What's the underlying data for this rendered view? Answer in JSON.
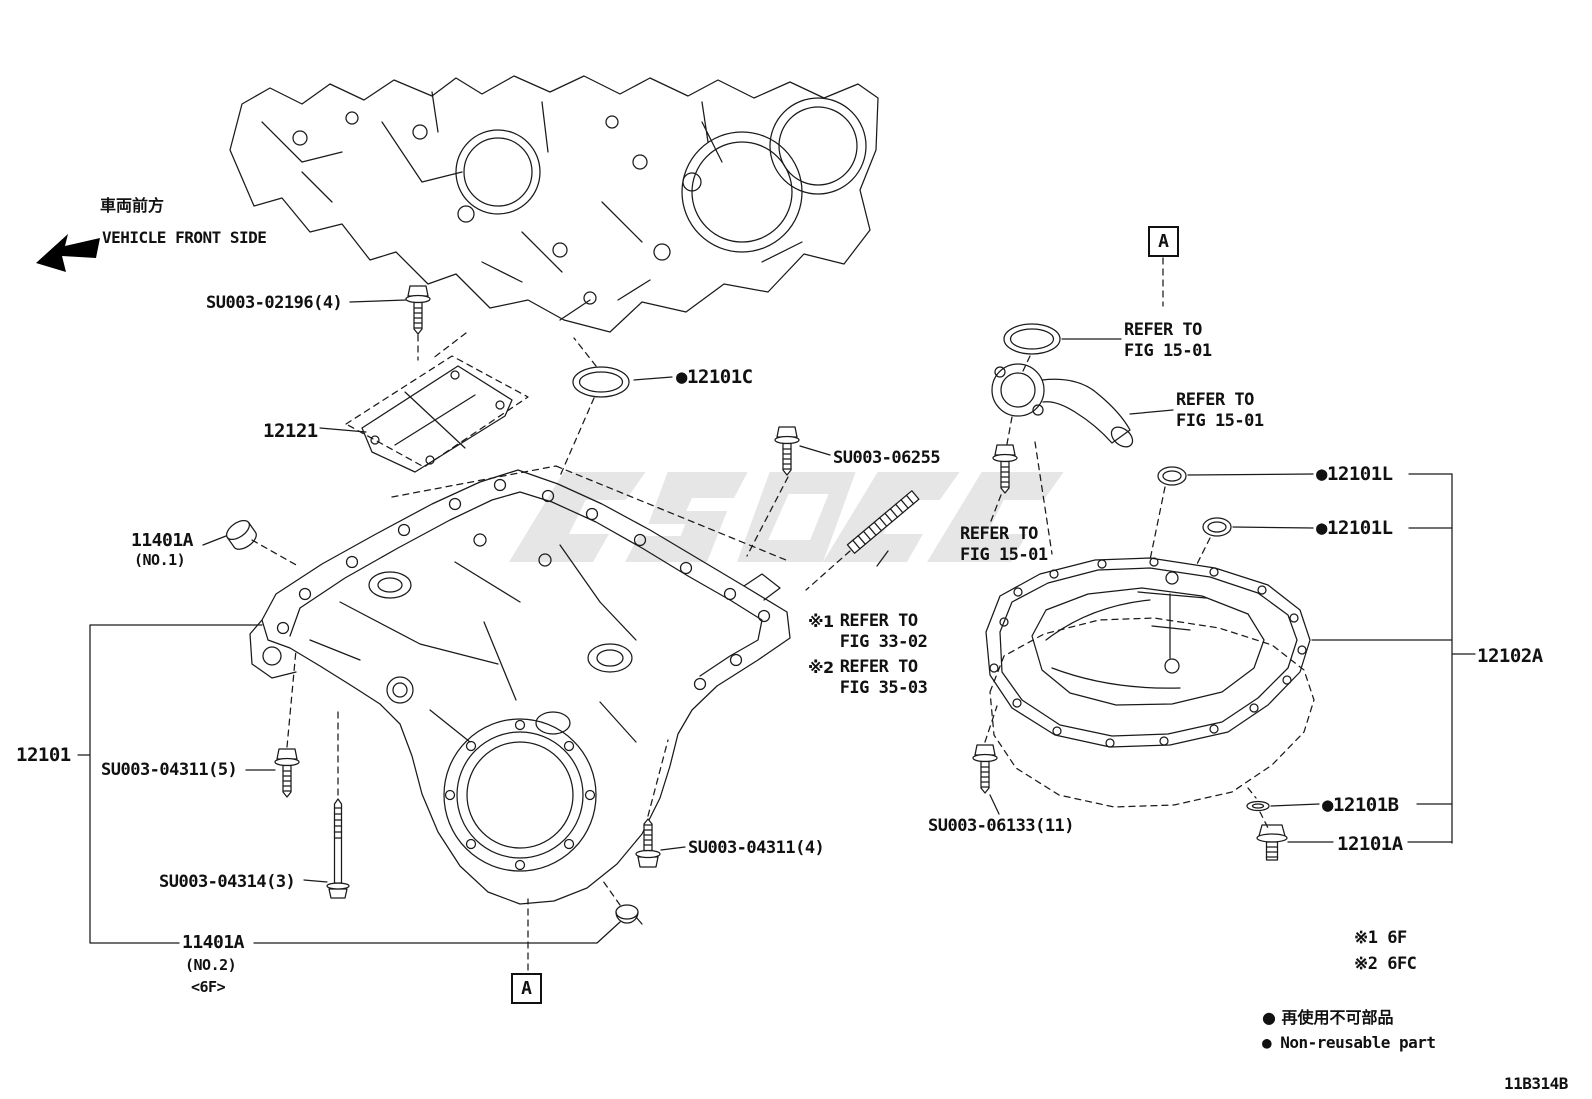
{
  "front_marker": {
    "jp": "車両前方",
    "en": "VEHICLE FRONT SIDE"
  },
  "detail_marker": "A",
  "callouts": {
    "su003_02196": "SU003-02196(4)",
    "p12121": "12121",
    "p12101c": "●12101C",
    "su003_06255": "SU003-06255",
    "refer_15_01": "REFER TO\nFIG 15-01",
    "ref1_mark": "※1",
    "ref1_text": "REFER TO\nFIG 33-02",
    "ref2_mark": "※2",
    "ref2_text": "REFER TO\nFIG 35-03",
    "p11401a": "11401A",
    "no1": "(NO.1)",
    "no2": "(NO.2)",
    "six_f": "<6F>",
    "p12101": "12101",
    "su003_04311_5": "SU003-04311(5)",
    "su003_04314_3": "SU003-04314(3)",
    "su003_04311_4": "SU003-04311(4)",
    "p12101l": "●12101L",
    "p12102a": "12102A",
    "su003_06133": "SU003-06133(11)",
    "p12101b": "●12101B",
    "p12101a": "12101A"
  },
  "footnotes": {
    "f1": "※1 6F",
    "f2": "※2 6FC"
  },
  "legend": {
    "jp": "● 再使用不可部品",
    "en": "● Non-reusable part"
  },
  "drawing_code": "11B314B",
  "colors": {
    "line": "#1a1a1a",
    "watermark": "#d2d2d2",
    "background": "#ffffff"
  }
}
